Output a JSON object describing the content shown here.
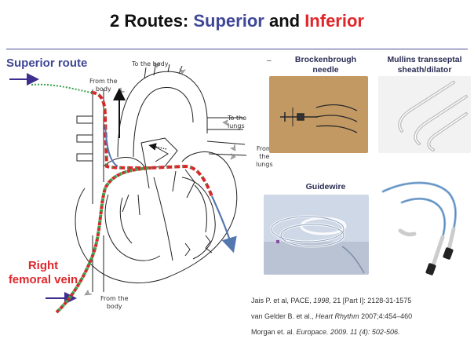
{
  "title": {
    "prefix": "2 Routes: ",
    "superior": "Superior",
    "middle": " and ",
    "inferior": "Inferior"
  },
  "routes": {
    "superior_label": "Superior route",
    "inferior_label_line1": "Right",
    "inferior_label_line2": "femoral vein"
  },
  "heart_labels": {
    "to_body_top": "To the body",
    "from_body_top_1": "From the",
    "from_body_top_2": "body",
    "to_lungs_1": "To the",
    "to_lungs_2": "lungs",
    "from_lungs_1": "From",
    "from_lungs_2": "the",
    "from_lungs_3": "lungs",
    "from_body_bottom_1": "From the",
    "from_body_bottom_2": "body"
  },
  "panels": {
    "brockenbrough_1": "Brockenbrough",
    "brockenbrough_2": "needle",
    "mullins_1": "Mullins transseptal",
    "mullins_2": "sheath/dilator",
    "guidewire": "Guidewire",
    "dash": "–"
  },
  "references": [
    {
      "pre": "Jais P. et al, PACE, ",
      "it": "1998,",
      "post": " 21 [Part I]: 2128-31-1575"
    },
    {
      "pre": "van Gelder B. et al., ",
      "it": "Heart Rhythm",
      "post": " 2007;4:454–460"
    },
    {
      "pre": "Morgan et. al. ",
      "it": "Europace. 2009. 11 (4): 502-506.",
      "post": ""
    }
  ],
  "colors": {
    "superior": "#3f4796",
    "inferior": "#e0262b",
    "catheter_red": "#d9262b",
    "catheter_green": "#3aa14a",
    "wire_blue": "#5577b0",
    "arrow_purple": "#3c2f8f"
  }
}
